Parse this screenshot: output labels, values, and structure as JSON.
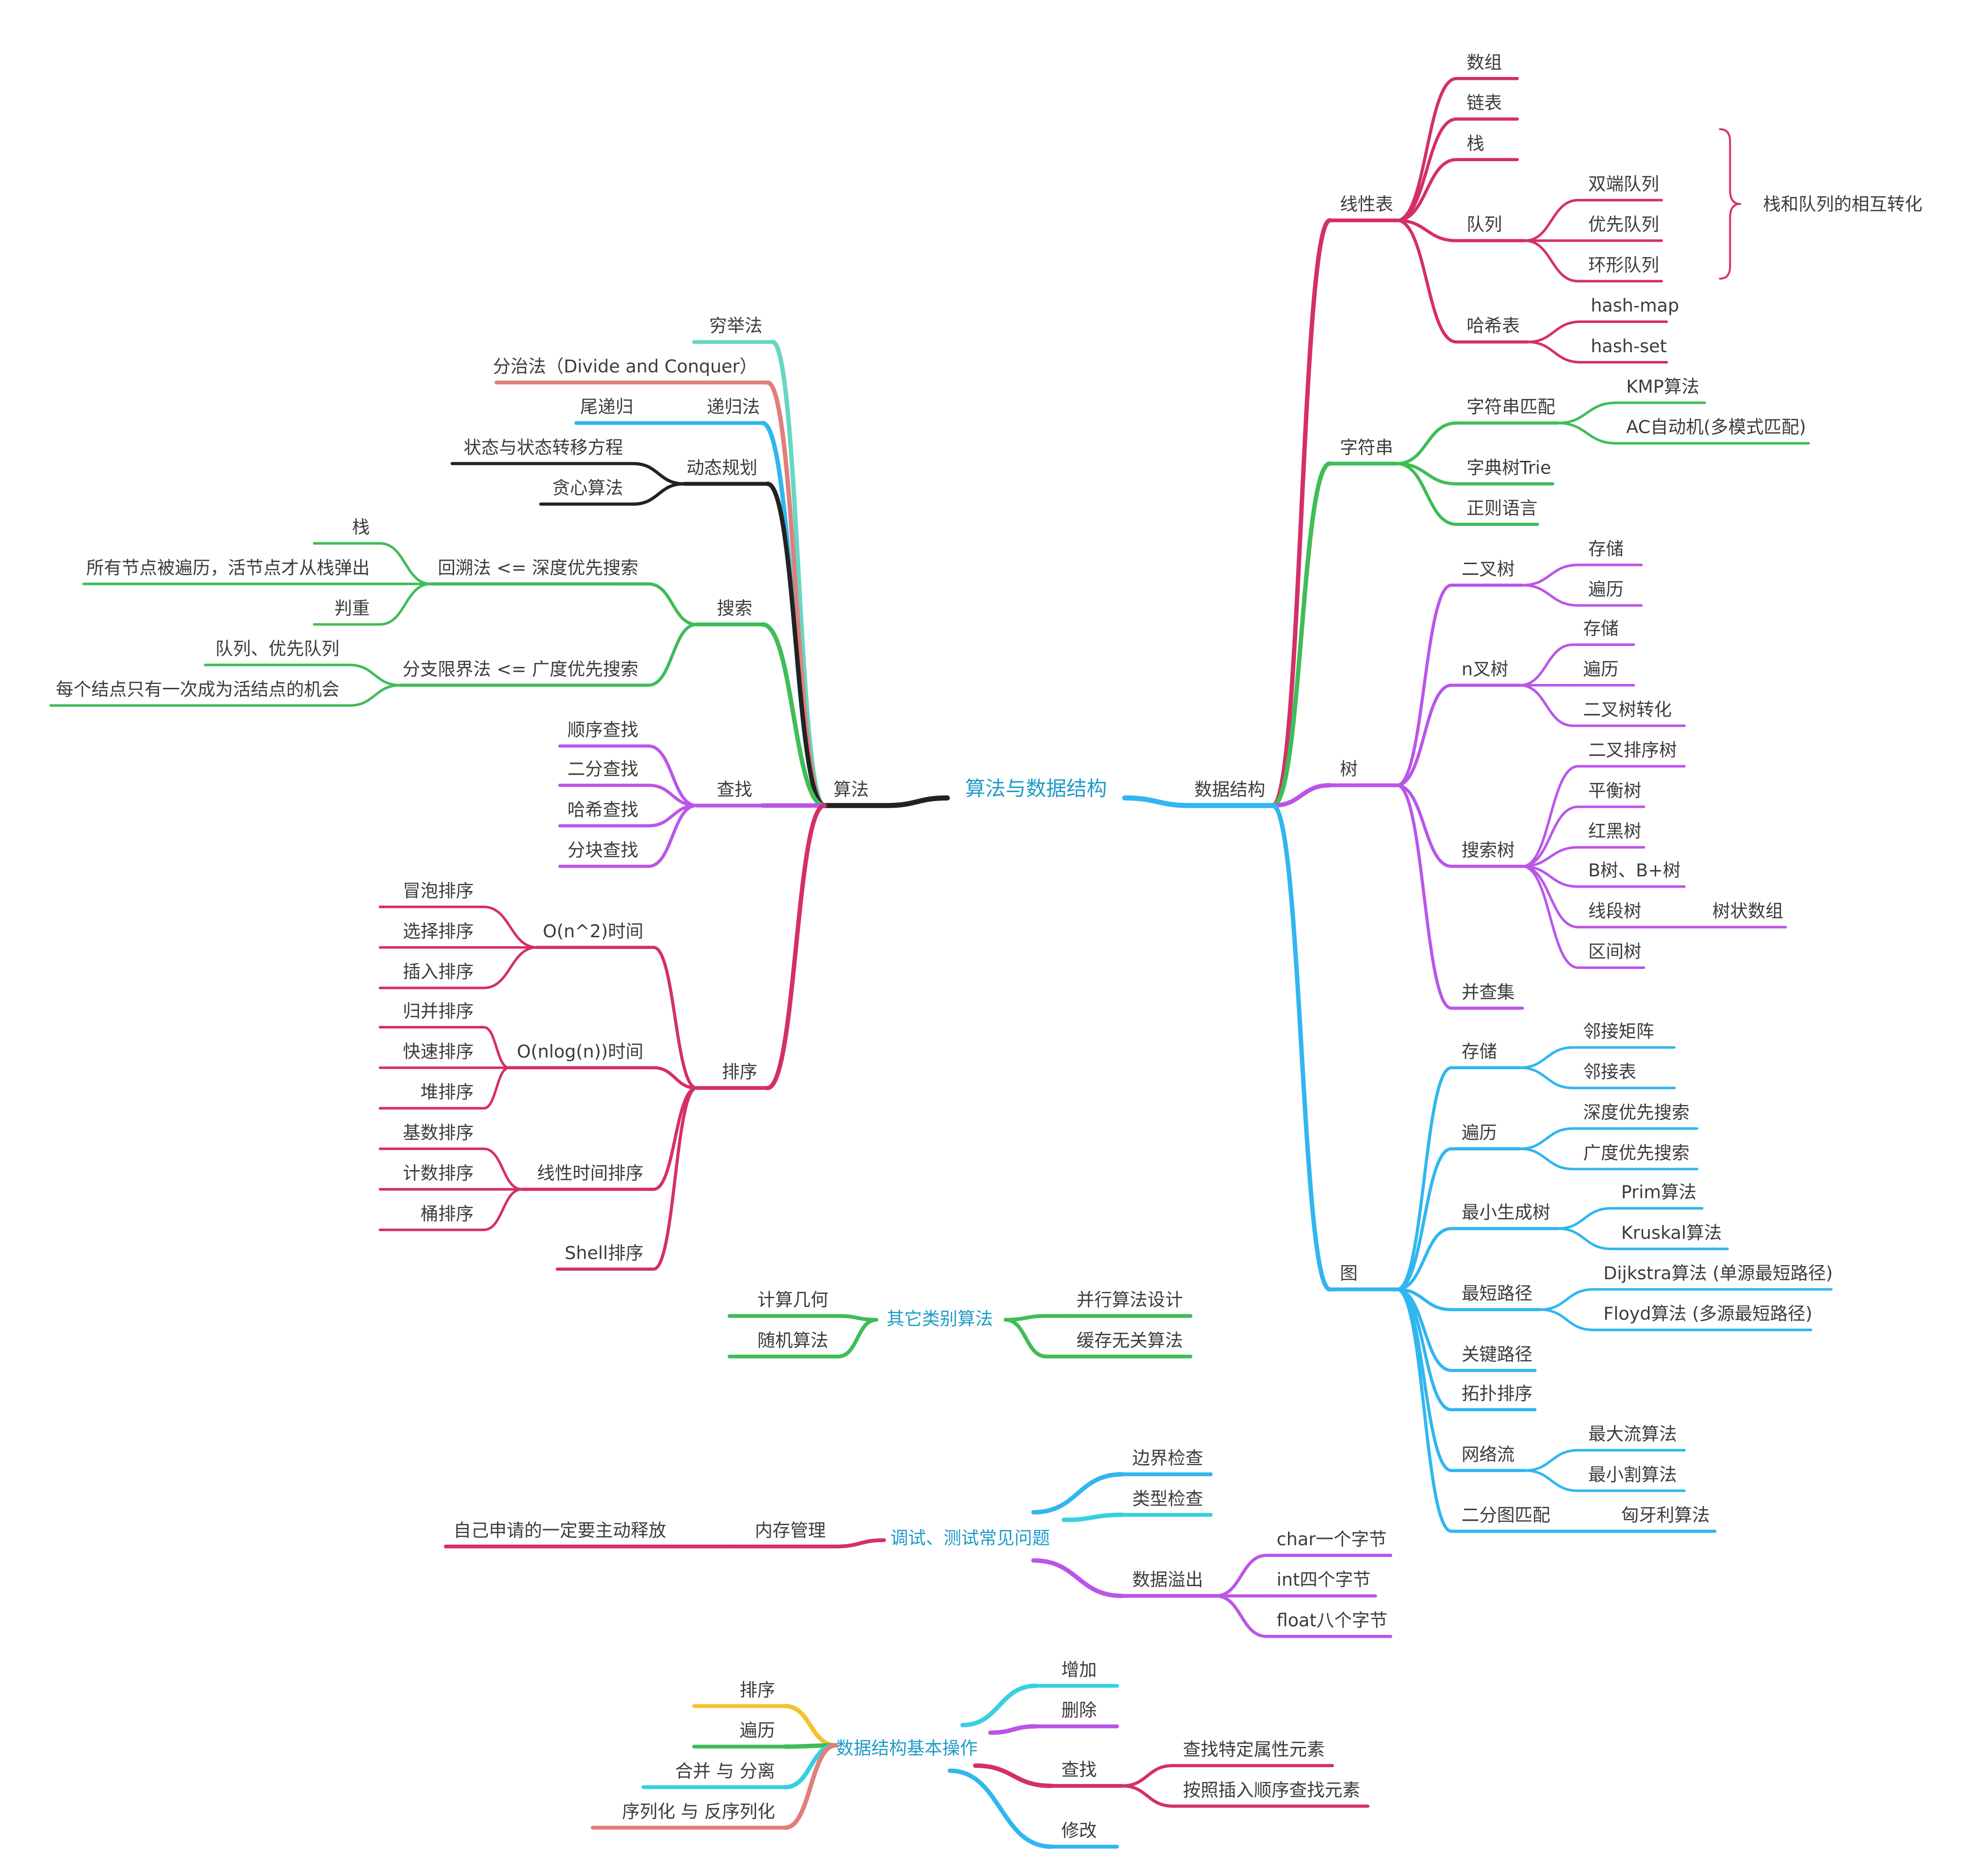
{
  "colors": {
    "text": "#3c3c3c",
    "root_text": "#1f9bc7",
    "pink": "#d42f68",
    "green": "#3fbd57",
    "purple": "#bb55e8",
    "blue": "#31b6ef",
    "black": "#222222",
    "teal": "#67d6c4",
    "salmon": "#e07f7a",
    "cyan": "#36d0e0",
    "yellow": "#f4c232"
  },
  "center": {
    "title": "算法与数据结构"
  },
  "algorithms": {
    "label": "算法",
    "exhaustive": "穷举法",
    "divide_conquer": "分治法（Divide and Conquer）",
    "recursion": {
      "label": "递归法",
      "tail": "尾递归"
    },
    "dp": {
      "label": "动态规划",
      "states": "状态与状态转移方程",
      "greedy": "贪心算法"
    },
    "search": {
      "label": "搜索",
      "backtracking": {
        "label": "回溯法 <= 深度优先搜索",
        "stack": "栈",
        "pop_rule": "所有节点被遍历，活节点才从栈弹出",
        "dedup": "判重"
      },
      "branch_bound": {
        "label": "分支限界法 <= 广度优先搜索",
        "queue": "队列、优先队列",
        "active_rule": "每个结点只有一次成为活结点的机会"
      }
    },
    "lookup": {
      "label": "查找",
      "items": [
        "顺序查找",
        "二分查找",
        "哈希查找",
        "分块查找"
      ]
    },
    "sorting": {
      "label": "排序",
      "n2": {
        "label": "O(n^2)时间",
        "items": [
          "冒泡排序",
          "选择排序",
          "插入排序"
        ]
      },
      "nlogn": {
        "label": "O(nlog(n))时间",
        "items": [
          "归并排序",
          "快速排序",
          "堆排序"
        ]
      },
      "linear": {
        "label": "线性时间排序",
        "items": [
          "基数排序",
          "计数排序",
          "桶排序"
        ]
      },
      "shell": "Shell排序"
    }
  },
  "data_structures": {
    "label": "数据结构",
    "linear": {
      "label": "线性表",
      "array": "数组",
      "linked_list": "链表",
      "stack": "栈",
      "queue": {
        "label": "队列",
        "items": [
          "双端队列",
          "优先队列",
          "环形队列"
        ]
      },
      "hash": {
        "label": "哈希表",
        "items": [
          "hash-map",
          "hash-set"
        ]
      },
      "brace_note": "栈和队列的相互转化"
    },
    "string": {
      "label": "字符串",
      "matching": {
        "label": "字符串匹配",
        "items": [
          "KMP算法",
          "AC自动机(多模式匹配)"
        ]
      },
      "trie": "字典树Trie",
      "regex": "正则语言"
    },
    "tree": {
      "label": "树",
      "binary": {
        "label": "二叉树",
        "items": [
          "存储",
          "遍历"
        ]
      },
      "nary": {
        "label": "n叉树",
        "items": [
          "存储",
          "遍历",
          "二叉树转化"
        ]
      },
      "search_tree": {
        "label": "搜索树",
        "items": [
          "二叉排序树",
          "平衡树",
          "红黑树",
          "B树、B+树",
          "线段树",
          "区间树"
        ],
        "segment_child": "树状数组"
      },
      "union_find": "并查集"
    },
    "graph": {
      "label": "图",
      "storage": {
        "label": "存储",
        "items": [
          "邻接矩阵",
          "邻接表"
        ]
      },
      "traversal": {
        "label": "遍历",
        "items": [
          "深度优先搜索",
          "广度优先搜索"
        ]
      },
      "mst": {
        "label": "最小生成树",
        "items": [
          "Prim算法",
          "Kruskal算法"
        ]
      },
      "shortest": {
        "label": "最短路径",
        "items": [
          "Dijkstra算法 (单源最短路径)",
          "Floyd算法 (多源最短路径)"
        ]
      },
      "critical_path": "关键路径",
      "topo_sort": "拓扑排序",
      "network_flow": {
        "label": "网络流",
        "items": [
          "最大流算法",
          "最小割算法"
        ]
      },
      "bipartite": {
        "label": "二分图匹配",
        "child": "匈牙利算法"
      }
    }
  },
  "other": {
    "label": "其它类别算法",
    "left": [
      "计算几何",
      "随机算法"
    ],
    "right": [
      "并行算法设计",
      "缓存无关算法"
    ]
  },
  "debug": {
    "label": "调试、测试常见问题",
    "memory": {
      "label": "内存管理",
      "child": "自己申请的一定要主动释放"
    },
    "bounds": "边界检查",
    "types": "类型检查",
    "overflow": {
      "label": "数据溢出",
      "items": [
        "char一个字节",
        "int四个字节",
        "float八个字节"
      ]
    }
  },
  "ops": {
    "label": "数据结构基本操作",
    "left": [
      "排序",
      "遍历",
      "合并 与 分离",
      "序列化 与 反序列化"
    ],
    "add": "增加",
    "delete": "删除",
    "find": {
      "label": "查找",
      "items": [
        "查找特定属性元素",
        "按照插入顺序查找元素"
      ]
    },
    "modify": "修改"
  }
}
